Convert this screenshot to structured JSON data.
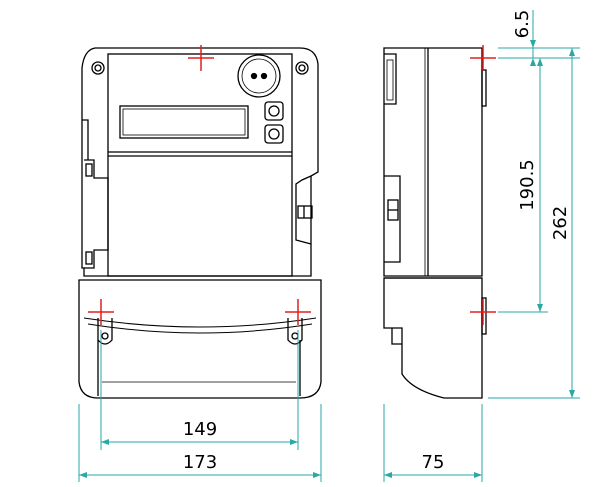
{
  "colors": {
    "outline": "#000000",
    "dimension": "#2aa7a7",
    "mount_mark": "#e02020",
    "background": "#ffffff"
  },
  "dimensions": {
    "top_offset": "6.5",
    "mount_hole_vertical": "190.5",
    "total_height": "262",
    "mount_hole_horizontal": "149",
    "total_width": "173",
    "depth": "75"
  },
  "icons": [
    "screw-icon",
    "button-icon",
    "mount-crosshair-icon"
  ]
}
